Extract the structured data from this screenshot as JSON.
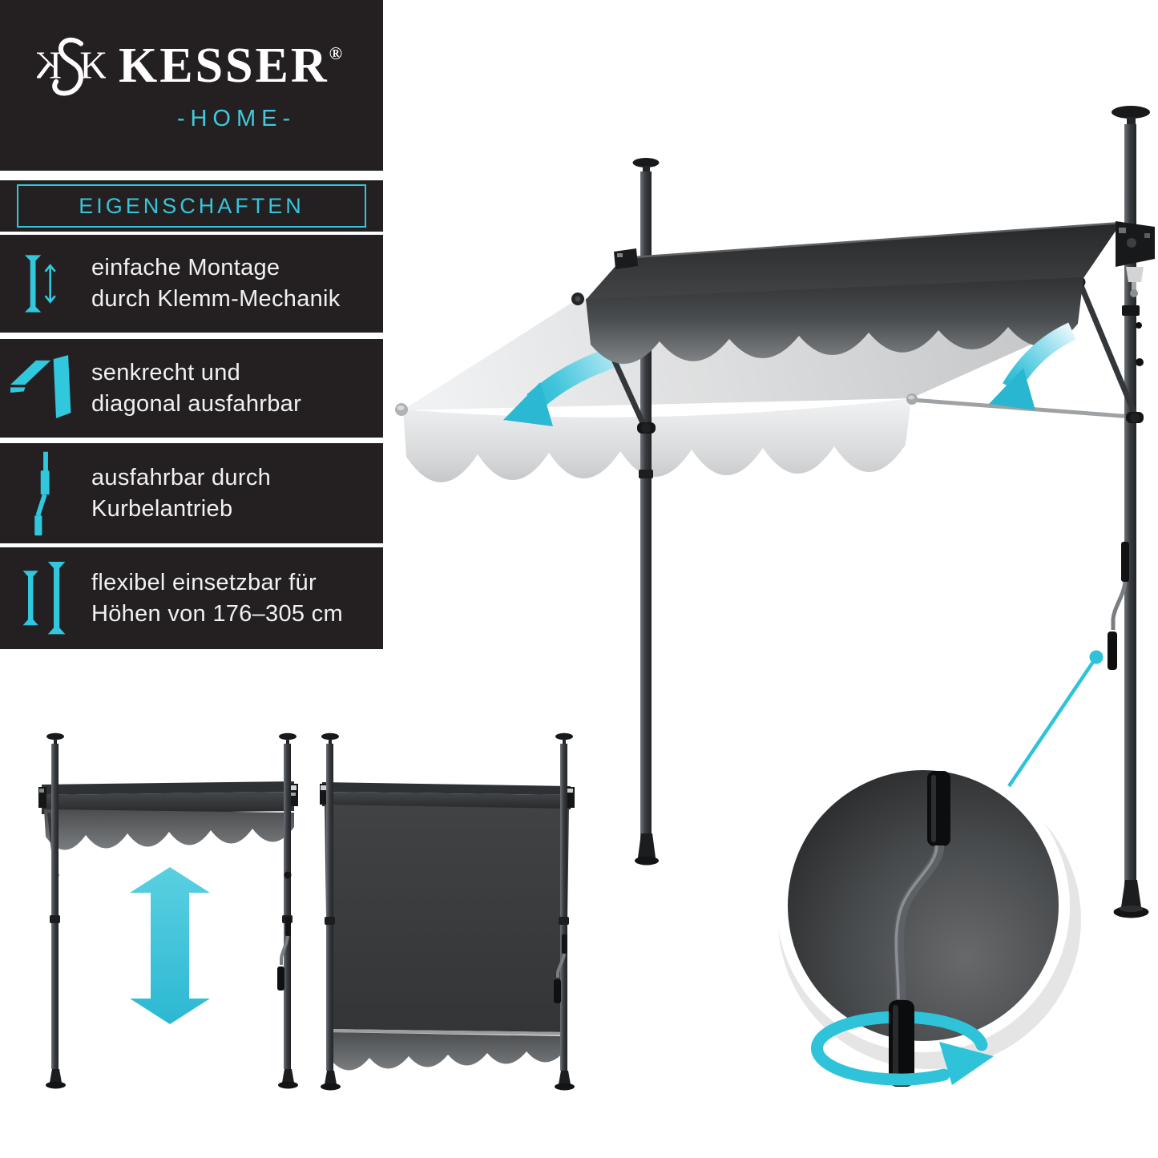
{
  "brand": {
    "name": "KESSER",
    "registered_mark": "®",
    "home_label": "-HOME-"
  },
  "features_header": "EIGENSCHAFTEN",
  "features": [
    {
      "icon": "clamp-height-icon",
      "line1": "einfache Montage",
      "line2": "durch Klemm-Mechanik"
    },
    {
      "icon": "awning-extend-directions-icon",
      "line1": "senkrecht und",
      "line2": "diagonal ausfahrbar"
    },
    {
      "icon": "hand-crank-icon",
      "line1": "ausfahrbar durch",
      "line2": "Kurbelantrieb"
    },
    {
      "icon": "telescopic-poles-icon",
      "line1": "flexibel einsetzbar für",
      "line2": "Höhen von 176–305 cm"
    }
  ],
  "colors": {
    "accent_cyan": "#31c6db",
    "panel_dark": "#242021",
    "awning_dark": "#3a3c3e",
    "ghost_gray": "#dfe1e2",
    "text_light": "#f1f1f1"
  }
}
